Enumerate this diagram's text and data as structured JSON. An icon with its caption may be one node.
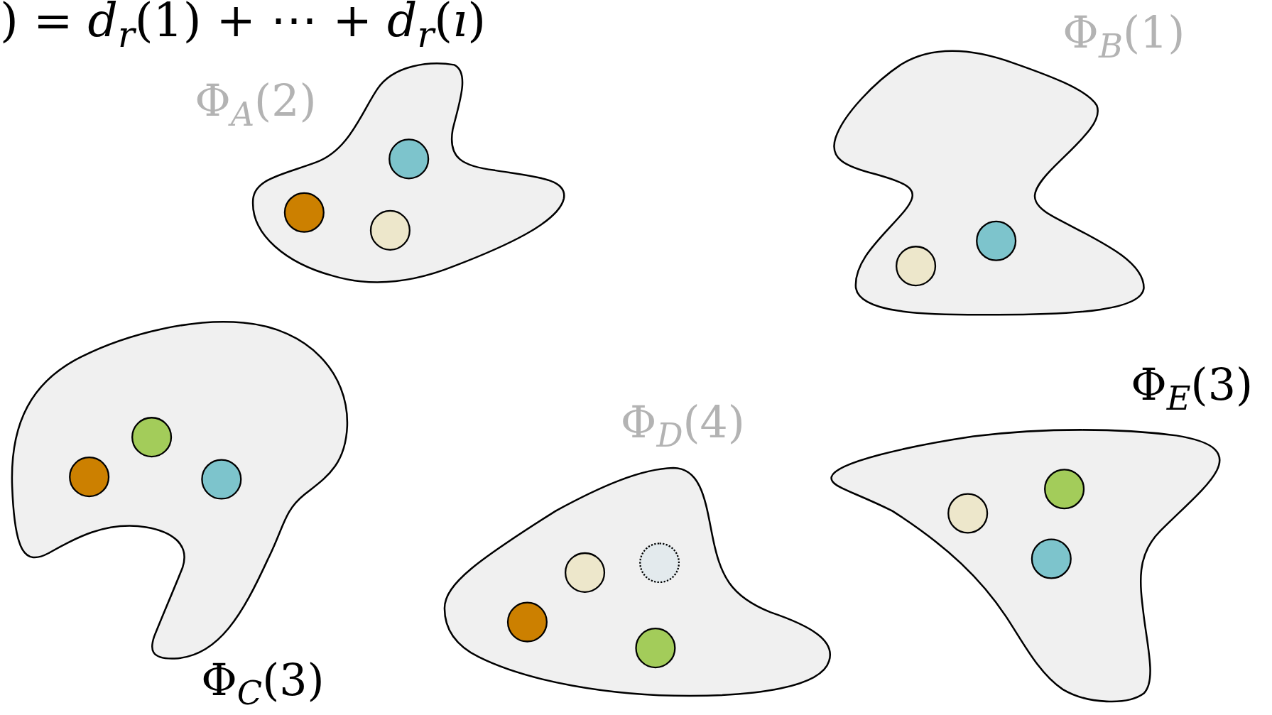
{
  "diagram": {
    "nodes": [
      {
        "text": [
          "Φ$_{A}$(2)"
        ]
      },
      {
        "text": [],
        "shape": "circle",
        "in": 0
      },
      {
        "text": [],
        "shape": "circle",
        "in": 0
      },
      {
        "text": [],
        "shape": "circle",
        "in": 0
      },
      {
        "text": [
          "Φ$_{B}$(1)"
        ]
      },
      {
        "text": [],
        "shape": "circle",
        "in": 4
      },
      {
        "text": [],
        "shape": "circle",
        "in": 4
      },
      {
        "text": [
          "Φ$_{C}$(3)"
        ]
      },
      {
        "text": [],
        "shape": "circle",
        "in": 7
      },
      {
        "text": [],
        "shape": "circle",
        "in": 7
      },
      {
        "text": [],
        "shape": "circle",
        "in": 7
      },
      {
        "text": [
          "Φ$_{D}$(4)"
        ]
      },
      {
        "text": [],
        "shape": "circle",
        "in": 11
      },
      {
        "text": [],
        "shape": "circle",
        "in": 11
      },
      {
        "text": [],
        "shape": "circle",
        "in": 11
      },
      {
        "text": [],
        "shape": "circle",
        "in": 11
      },
      {
        "text": [
          "Φ$_{E}$(3)"
        ]
      },
      {
        "text": [],
        "shape": "circle",
        "in": 16
      },
      {
        "text": [],
        "shape": "circle",
        "in": 16
      },
      {
        "text": [],
        "shape": "circle",
        "in": 16
      }
    ],
    "labels": [
      ") = *d*$_{r}$(1) + ⋯ + *d*$_{r}$(*ı*)"
    ]
  }
}
